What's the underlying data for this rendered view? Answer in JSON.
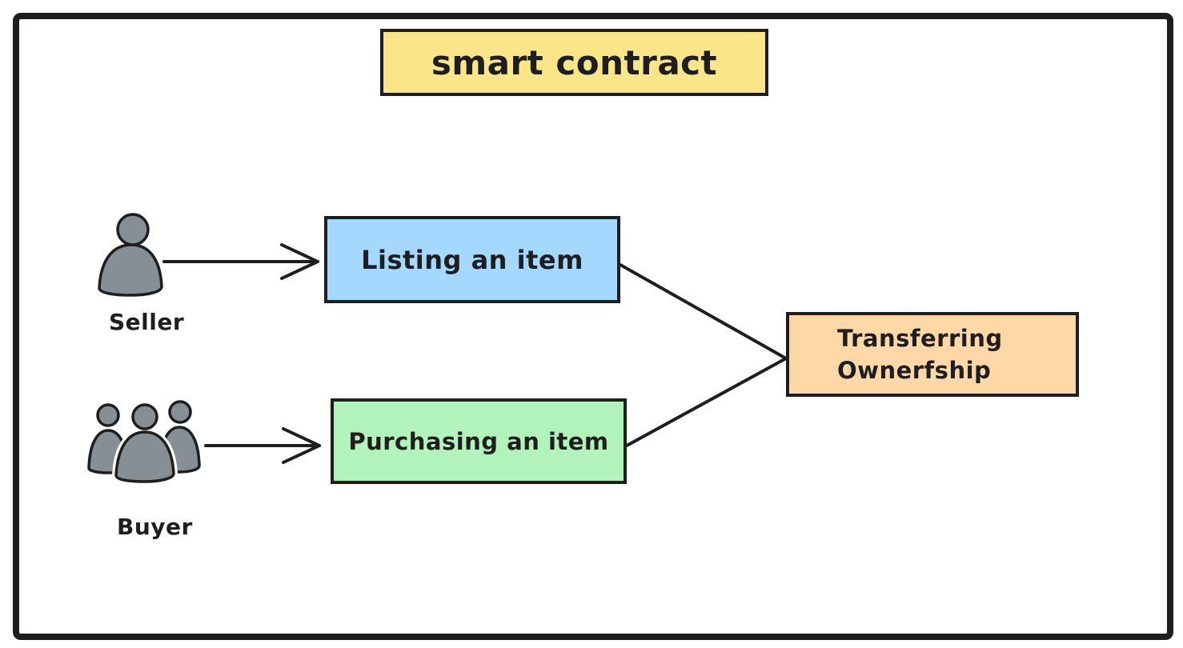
{
  "diagram": {
    "title": "smart contract",
    "actors": {
      "seller": {
        "label": "Seller",
        "icon": "person-icon"
      },
      "buyer": {
        "label": "Buyer",
        "icon": "people-group-icon"
      }
    },
    "nodes": {
      "listing": {
        "label": "Listing an item"
      },
      "purchasing": {
        "label": "Purchasing an item"
      },
      "transferring": {
        "label_lines": [
          "Transferring",
          "Ownerfship"
        ]
      }
    },
    "edges": [
      {
        "from": "seller",
        "to": "listing",
        "type": "arrow"
      },
      {
        "from": "buyer",
        "to": "purchasing",
        "type": "arrow"
      },
      {
        "from": "listing",
        "to": "transferring",
        "type": "line"
      },
      {
        "from": "purchasing",
        "to": "transferring",
        "type": "line"
      }
    ],
    "colors": {
      "canvas_bg": "#ffffff",
      "stroke": "#1e1e1e",
      "title_bg": "#fae588",
      "listing_bg": "#a5d8ff",
      "purchasing_bg": "#b2f2bb",
      "transferring_bg": "#ffd8a8",
      "actor_fill": "#868e96"
    }
  }
}
